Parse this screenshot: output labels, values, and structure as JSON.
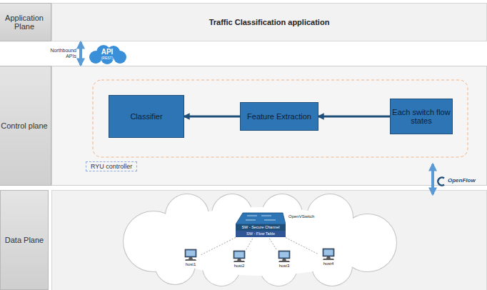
{
  "diagram": {
    "nodes": [
      {
        "text": [
          "Application Plane"
        ]
      },
      {
        "text": [
          "Traffic Classification application"
        ]
      },
      {
        "text": [
          "API",
          "(REST)"
        ]
      },
      {
        "text": [
          "Control plane"
        ]
      },
      {
        "text": [
          "RYU controller"
        ]
      },
      {
        "text": [
          "Classifier"
        ],
        "in": 4
      },
      {
        "text": [
          "Feature Extraction"
        ],
        "in": 4
      },
      {
        "text": [
          "Each switch flow states"
        ],
        "in": 4
      },
      {
        "text": [
          "Data Plane"
        ]
      },
      {
        "text": [
          "OpenVSwitch",
          "SW - Secure Channel",
          "SW - Flow Table"
        ]
      },
      {
        "text": [
          "host1"
        ]
      },
      {
        "text": [
          "host2"
        ]
      },
      {
        "text": [
          "host3"
        ]
      },
      {
        "text": [
          "host4"
        ]
      }
    ],
    "edges": [
      {
        "from": 6,
        "to": 5,
        "arrow": "to"
      },
      {
        "from": 7,
        "to": 6,
        "arrow": "to"
      },
      {
        "from": 1,
        "to": 4,
        "label": "Northbound APIs",
        "arrow": "both"
      },
      {
        "from": 9,
        "to": 10,
        "arrow": "none"
      },
      {
        "from": 9,
        "to": 11,
        "arrow": "none"
      },
      {
        "from": 9,
        "to": 12,
        "arrow": "none"
      },
      {
        "from": 9,
        "to": 13,
        "arrow": "none"
      }
    ],
    "labels": [
      "OpenFlow"
    ]
  }
}
